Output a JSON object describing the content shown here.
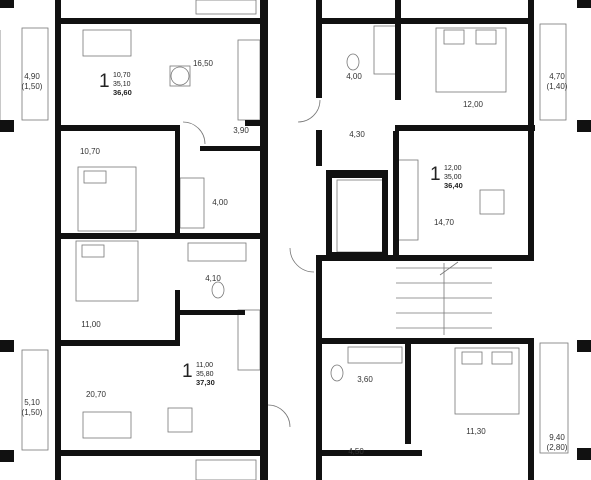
{
  "room_areas": {
    "top_left_living": "16,50",
    "top_left_bedroom": "10,70",
    "top_left_bath": "4,00",
    "top_left_hall": "3,90",
    "mid_left_bedroom": "11,00",
    "mid_left_bath": "4,10",
    "bottom_left_living": "20,70",
    "corridor_center": "4,30",
    "top_right_bath": "4,00",
    "top_right_bedroom": "12,00",
    "mid_right_living": "14,70",
    "bottom_right_bath": "3,60",
    "bottom_right_bedroom": "11,30",
    "bottom_right_hall": "4,50"
  },
  "balconies": {
    "left_top": {
      "area": "4,90",
      "reduced": "(1,50)"
    },
    "right_top": {
      "area": "4,70",
      "reduced": "(1,40)"
    },
    "left_bottom": {
      "area": "5,10",
      "reduced": "(1,50)"
    },
    "right_bottom": {
      "area": "9,40",
      "reduced": "(2,80)"
    }
  },
  "apartments": [
    {
      "rooms": "1",
      "living": "10,70",
      "total": "35,10",
      "total_with_balcony": "36,60"
    },
    {
      "rooms": "1",
      "living": "12,00",
      "total": "35,00",
      "total_with_balcony": "36,40"
    },
    {
      "rooms": "1",
      "living": "11,00",
      "total": "35,80",
      "total_with_balcony": "37,30"
    }
  ],
  "colors": {
    "wall": "#111111",
    "line": "#666666",
    "background": "#ffffff"
  }
}
